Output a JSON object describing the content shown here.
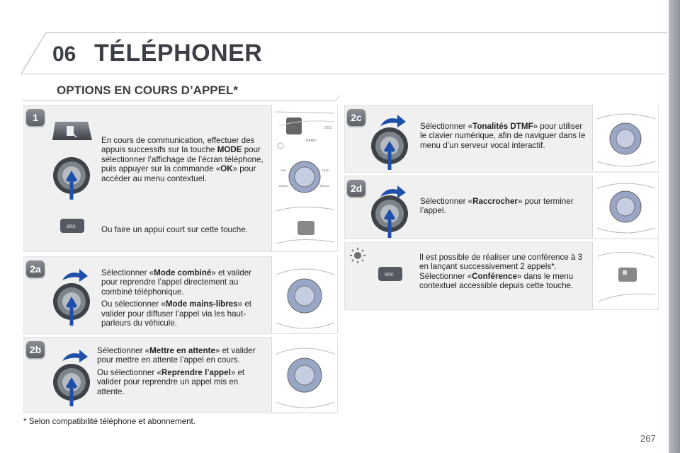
{
  "header": {
    "chapter_number": "06",
    "chapter_title": "TÉLÉPHONER"
  },
  "section": {
    "title": "OPTIONS EN COURS D’APPEL*"
  },
  "steps": {
    "s1": {
      "badge": "1",
      "text_a_1": "En cours de communication, effectuer des appuis successifs sur la touche ",
      "text_a_bold1": "MODE",
      "text_a_2": " pour sélectionner l’affichage de l’écran téléphone, puis appuyer sur la commande «",
      "text_a_bold2": "OK",
      "text_a_3": "» pour accéder au menu contextuel.",
      "text_b": "Ou faire un appui court sur cette touche."
    },
    "s2a": {
      "badge": "2a",
      "p1_pre": "Sélectionner «",
      "p1_bold": "Mode combiné",
      "p1_post": "» et valider pour reprendre l’appel directement au combiné téléphonique.",
      "p2_pre": "Ou sélectionner «",
      "p2_bold": "Mode mains-libres",
      "p2_post": "» et valider pour diffuser l’appel via les haut-parleurs du véhicule."
    },
    "s2b": {
      "badge": "2b",
      "p1_pre": "Sélectionner «",
      "p1_bold": "Mettre en attente",
      "p1_post": "» et valider pour mettre en attente l’appel en cours.",
      "p2_pre": "Ou sélectionner «",
      "p2_bold": "Reprendre l’appel",
      "p2_post": "» et valider pour reprendre un appel mis en attente."
    },
    "s2c": {
      "badge": "2c",
      "p1_pre": "Sélectionner «",
      "p1_bold": "Tonalités DTMF",
      "p1_post": "» pour utiliser le clavier numérique, afin de naviguer dans le menu d’un serveur vocal interactif."
    },
    "s2d": {
      "badge": "2d",
      "p1_pre": "Sélectionner «",
      "p1_bold": "Raccrocher",
      "p1_post": "» pour terminer l’appel."
    },
    "tip": {
      "p1_pre": "Il est possible de réaliser une conférence à 3 en lançant successivement 2 appels*. Sélectionner «",
      "p1_bold": "Conférence",
      "p1_post": "» dans le menu contextuel accessible depuis cette touche."
    }
  },
  "controller_labels": {
    "nav": "NAV",
    "trak": "TRAK",
    "radio": "RADIO",
    "media": "MEDIA",
    "band": "BAND",
    "sou": "SOU",
    "src": "SRC"
  },
  "footnote": "* Selon compatibilité téléphone et abonnement.",
  "page_number": "267",
  "colors": {
    "arrow_blue": "#1f4fa8",
    "badge_gray": "#6b7078",
    "panel_bg": "#f0f0f1"
  }
}
